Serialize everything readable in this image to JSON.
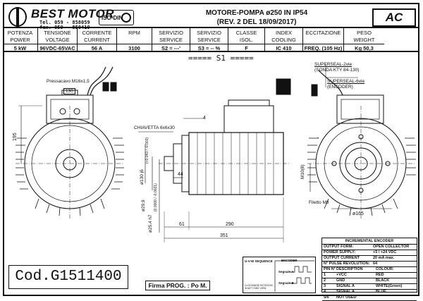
{
  "header": {
    "brand": "BEST MOTOR",
    "tel": "Tel. 059 - 858059",
    "fax": "fax. 059 - 850410",
    "iso": "ISO-DIN",
    "title_line1": "MOTORE-POMPA ø250 IN IP54",
    "title_line2": "(REV. 2 DEL 18/09/2017)",
    "type_badge": "AC"
  },
  "specs": [
    {
      "label": "POTENZA\nPOWER",
      "value": "5 kW"
    },
    {
      "label": "TENSIONE\nVOLTAGE",
      "value": "96VDC-65VAC"
    },
    {
      "label": "CORRENTE\nCURRENT",
      "value": "56 A"
    },
    {
      "label": "RPM",
      "value": "3100"
    },
    {
      "label": "SERVIZIO\nSERVICE",
      "value": "S2 =     ---'"
    },
    {
      "label": "SERVIZIO\nSERVICE",
      "value": "S3 =    -- %"
    },
    {
      "label": "CLASSE\nISOL.",
      "value": "F"
    },
    {
      "label": "INDEX COOLING",
      "value": "IC 410"
    },
    {
      "label": "ECCITAZIONE",
      "value": "FREQ. (105 Hz)"
    },
    {
      "label": "PESO\nWEIGHT",
      "value": "Kg 50,3"
    }
  ],
  "service_class": "===== S1 =====",
  "annotations": {
    "cable_gland": "Pressacavo M16x1,5",
    "box_width": "130",
    "key": "CHIAVETTA 6x6x30",
    "supersealed2": "SUPERSEAL-2vie",
    "sonda": "(SONDA KTY 84-130)",
    "supersealed6": "SUPERSEAL-6vie",
    "encoder_note": "(ENCODER)",
    "thread": "Filetto M8",
    "m10": "M10(8)"
  },
  "dimensions": {
    "height_195": "195",
    "shaft_4": "4",
    "shaft_44": "44",
    "flange_130": "ø130 j6",
    "tol_130": "(+0.043 / -0.003)",
    "shaft_29": "ø29,9",
    "shaft_25": "ø25,4 h7",
    "tol_25": "(0.0000 / -0.0021)",
    "len_61": "61",
    "len_290": "290",
    "len_351": "351",
    "dia_165": "ø165"
  },
  "footer": {
    "code": "Cod.G1511400",
    "firma": "Firma PROG. : Po M."
  },
  "uvw": {
    "title": "U-V-W SEQUENCE",
    "encoder_label": "ENCODER",
    "sig_a": "Segnale A",
    "sig_b": "Segnale B",
    "note": "CLOCKWISE ROTATION SHAFT SIDE VIEW"
  },
  "encoder": {
    "title": "INCREMENTAL ENCODER",
    "rows": [
      {
        "k": "OUTPUT FORM:",
        "v": "OPEN COLLECTOR"
      },
      {
        "k": "POWER SUPPLY:",
        "v": "+5 / +24 VDC"
      },
      {
        "k": "OUTPUT CURRENT",
        "v": "20 mA max."
      },
      {
        "k": "N° PULSE REVOLUTION:",
        "v": "64"
      }
    ],
    "table_header": {
      "pin": "PIN N°",
      "desc": "DESCRIPTION",
      "colour": "COLOUR:"
    },
    "pins": [
      {
        "pin": "1",
        "desc": "+VCC",
        "colour": "RED"
      },
      {
        "pin": "2",
        "desc": "GND",
        "colour": "BLACK"
      },
      {
        "pin": "3",
        "desc": "SIGNAL A",
        "colour": "WHITE(Green)"
      },
      {
        "pin": "4",
        "desc": "SIGNAL A",
        "colour": "BLUE"
      },
      {
        "pin": "5/6",
        "desc": "NOT USED",
        "colour": ""
      }
    ]
  }
}
